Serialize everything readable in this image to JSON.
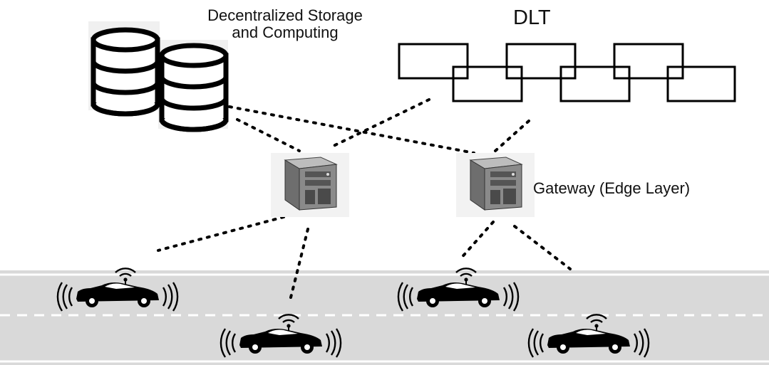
{
  "labels": {
    "storage_line1": "Decentralized Storage",
    "storage_line2": "and Computing",
    "dlt": "DLT",
    "gateway": "Gateway (Edge Layer)"
  },
  "nodes": {
    "databases": [
      "database-icon",
      "database-icon"
    ],
    "ledger_blocks": 6,
    "gateways": [
      "server-icon",
      "server-icon"
    ],
    "vehicles": [
      "connected-car-icon",
      "connected-car-icon",
      "connected-car-icon",
      "connected-car-icon"
    ]
  },
  "colors": {
    "road": "#d9d9d9",
    "lane_marking": "#ffffff",
    "outline": "#000000",
    "link": "#000000",
    "server_body": "#8a8a8a"
  }
}
